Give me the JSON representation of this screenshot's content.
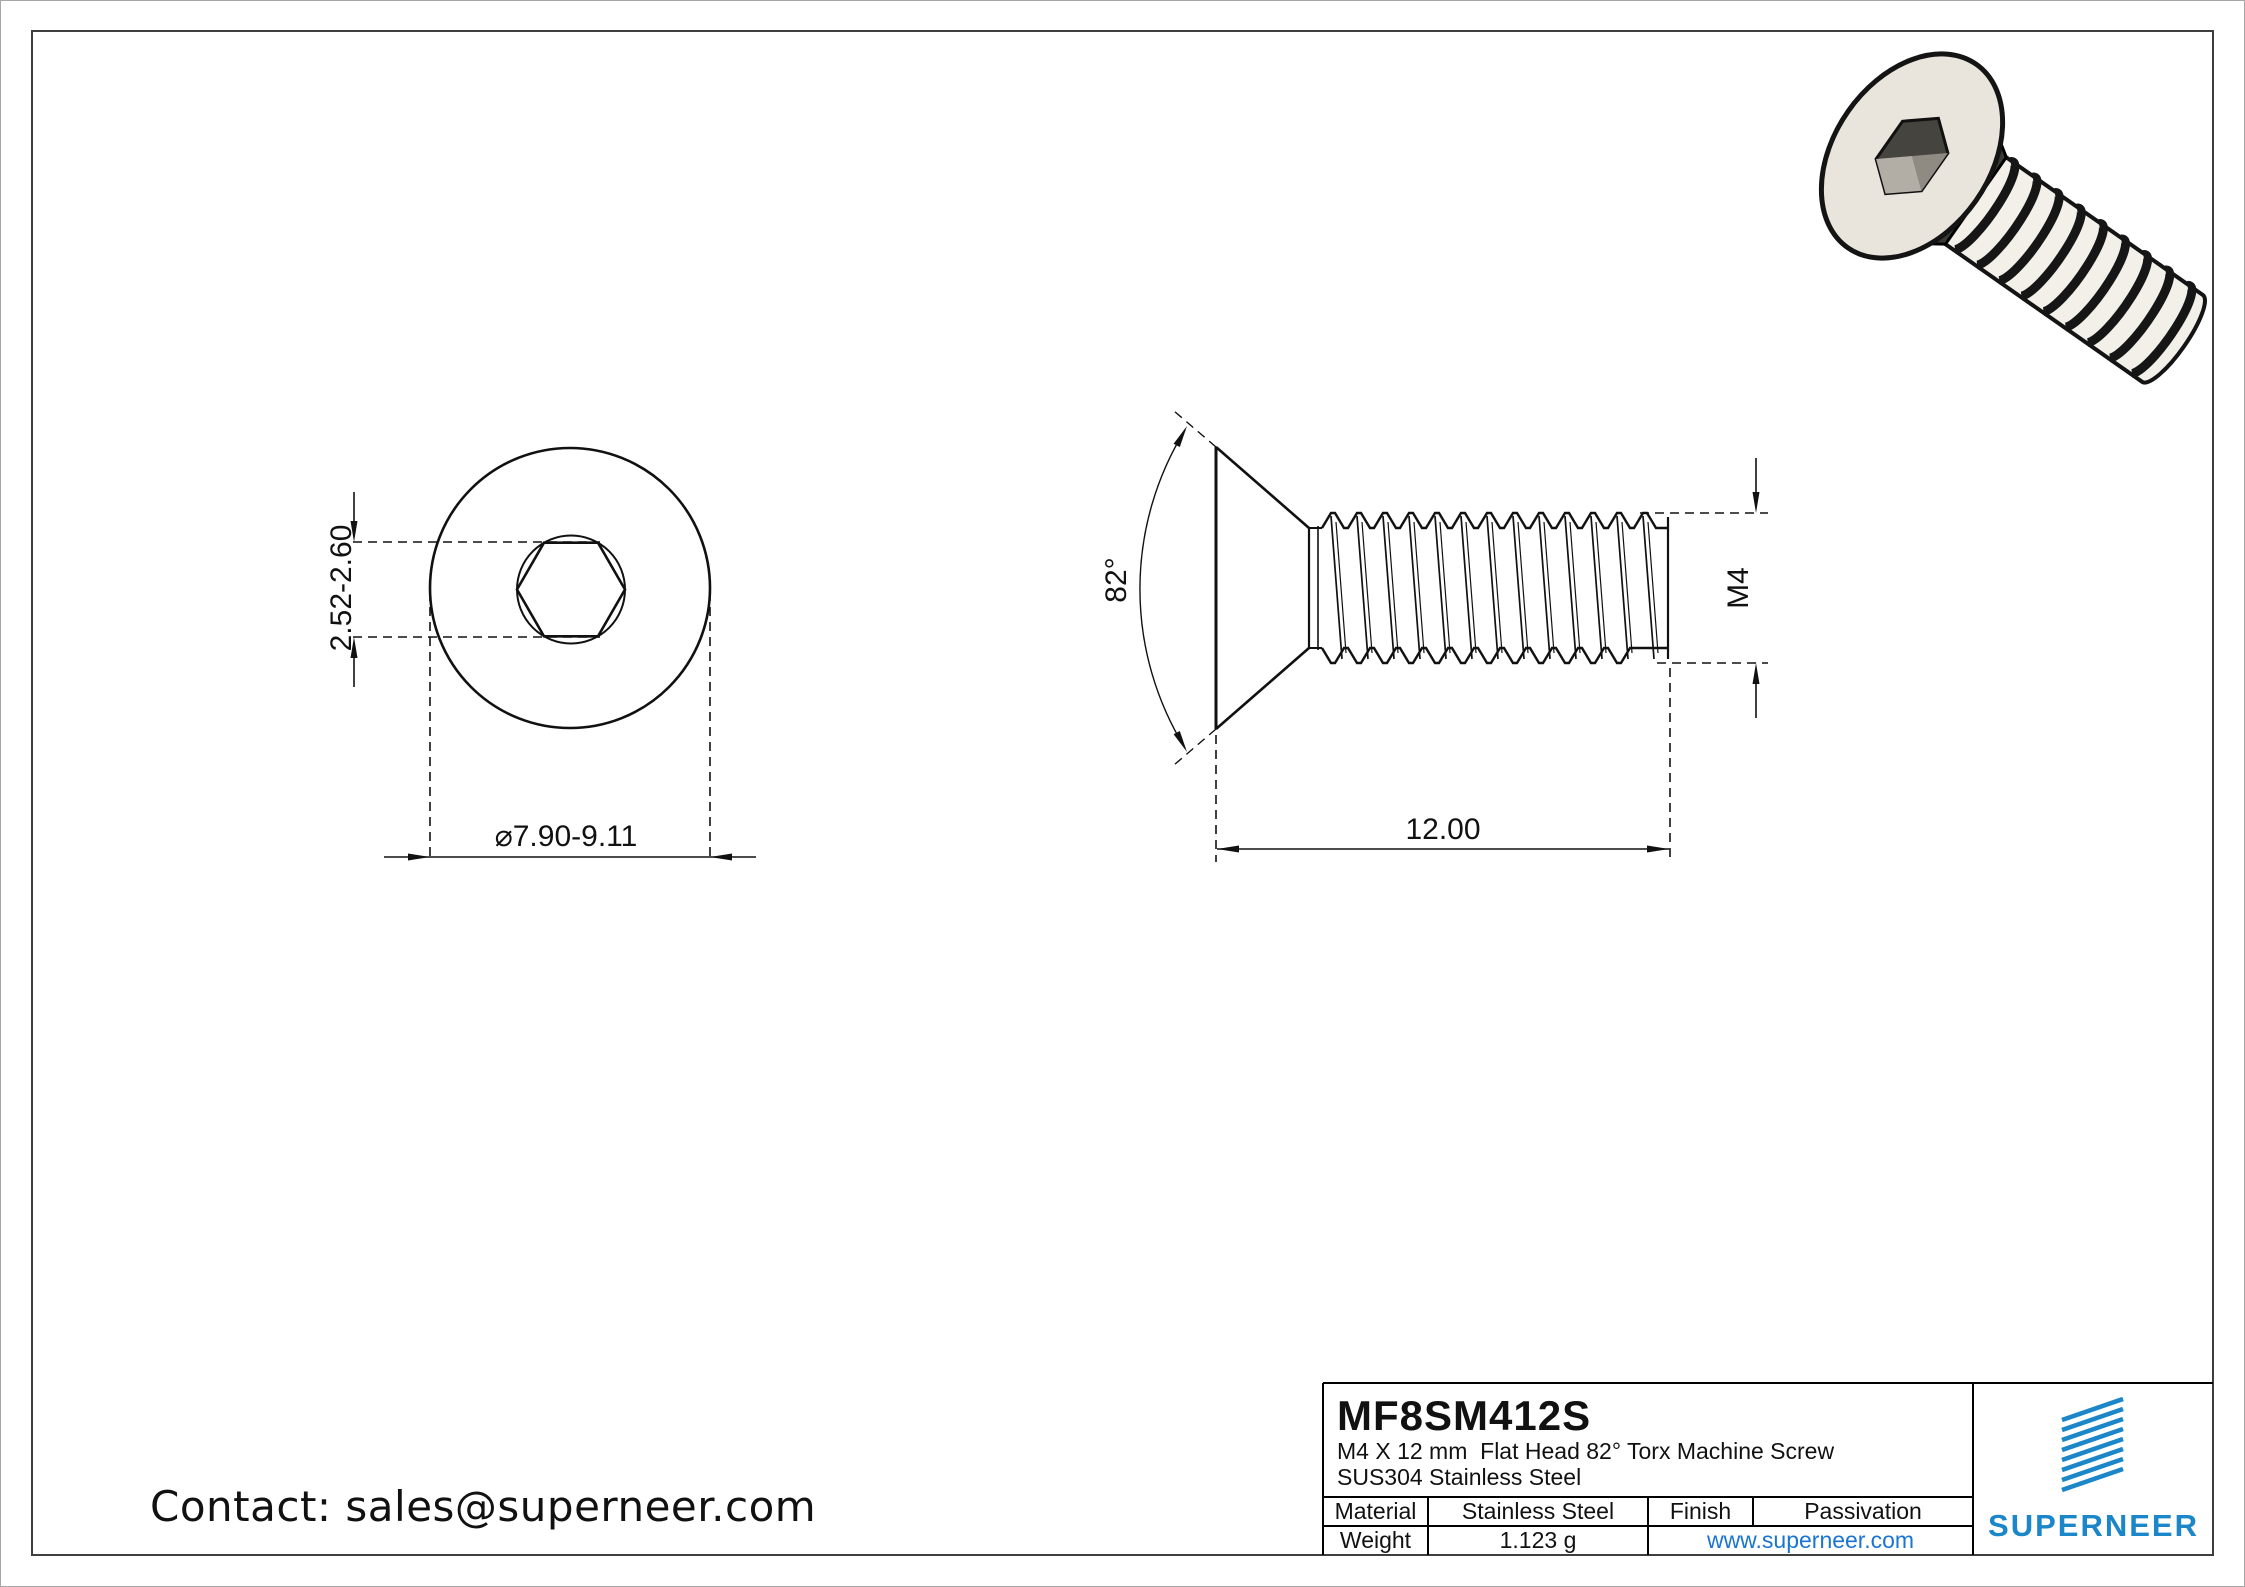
{
  "contact": {
    "label": "Contact: sales@superneer.com"
  },
  "front_view": {
    "socket_dim": "2.52-2.60",
    "diameter_symbol": "⌀",
    "head_diameter_dim": "7.90-9.11"
  },
  "side_view": {
    "angle_dim": "82°",
    "thread_dim": "M4",
    "length_dim": "12.00"
  },
  "title_block": {
    "part_number": "MF8SM412S",
    "description_line1": "M4 X 12 mm  Flat Head 82° Torx Machine Screw",
    "description_line2": "SUS304 Stainless Steel",
    "table": {
      "material_label": "Material",
      "material_value": "Stainless Steel",
      "finish_label": "Finish",
      "finish_value": "Passivation",
      "weight_label": "Weight",
      "weight_value": "1.123 g",
      "website": "www.superneer.com"
    },
    "brand": {
      "name": "SUPERNEER",
      "logo_color": "#1b86c8",
      "link_color": "#1a75d2"
    }
  }
}
